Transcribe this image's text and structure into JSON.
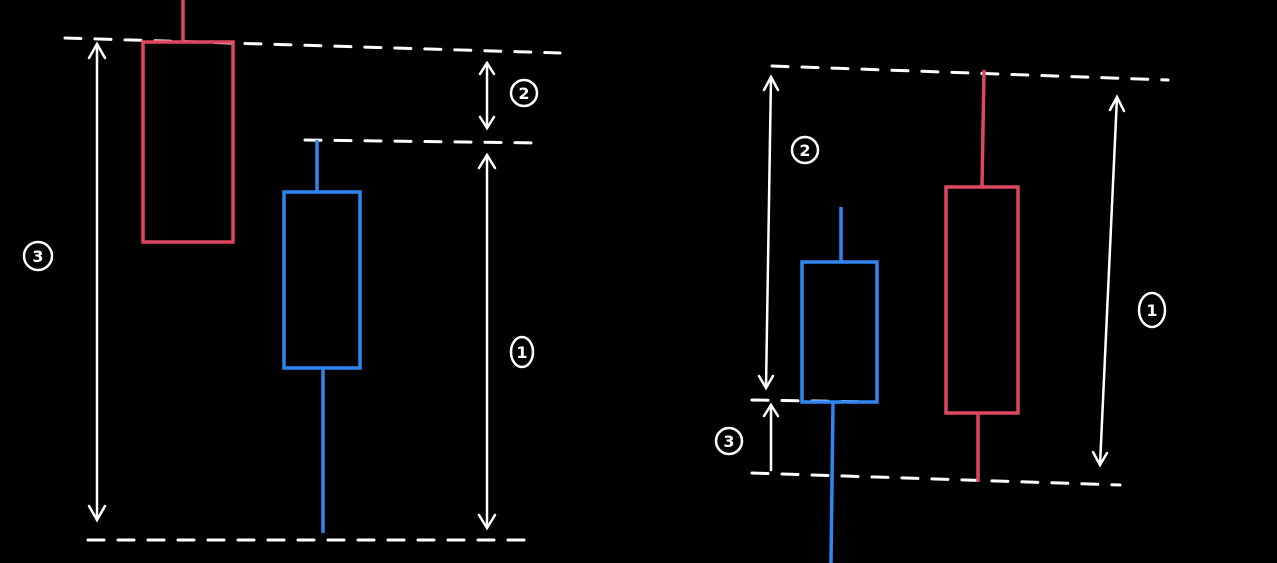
{
  "colors": {
    "background": "#000000",
    "bullish": "#e0475e",
    "bearish": "#2f86f0",
    "annotation": "#ffffff"
  },
  "left_panel": {
    "candles": [
      {
        "name": "red-candle",
        "color": "bullish"
      },
      {
        "name": "blue-candle",
        "color": "bearish"
      }
    ],
    "labels": [
      {
        "name": "label-1",
        "text": "1"
      },
      {
        "name": "label-2",
        "text": "2"
      },
      {
        "name": "label-3",
        "text": "3"
      }
    ]
  },
  "right_panel": {
    "candles": [
      {
        "name": "blue-candle",
        "color": "bearish"
      },
      {
        "name": "red-candle",
        "color": "bullish"
      }
    ],
    "labels": [
      {
        "name": "label-1",
        "text": "1"
      },
      {
        "name": "label-2",
        "text": "2"
      },
      {
        "name": "label-3",
        "text": "3"
      }
    ]
  }
}
